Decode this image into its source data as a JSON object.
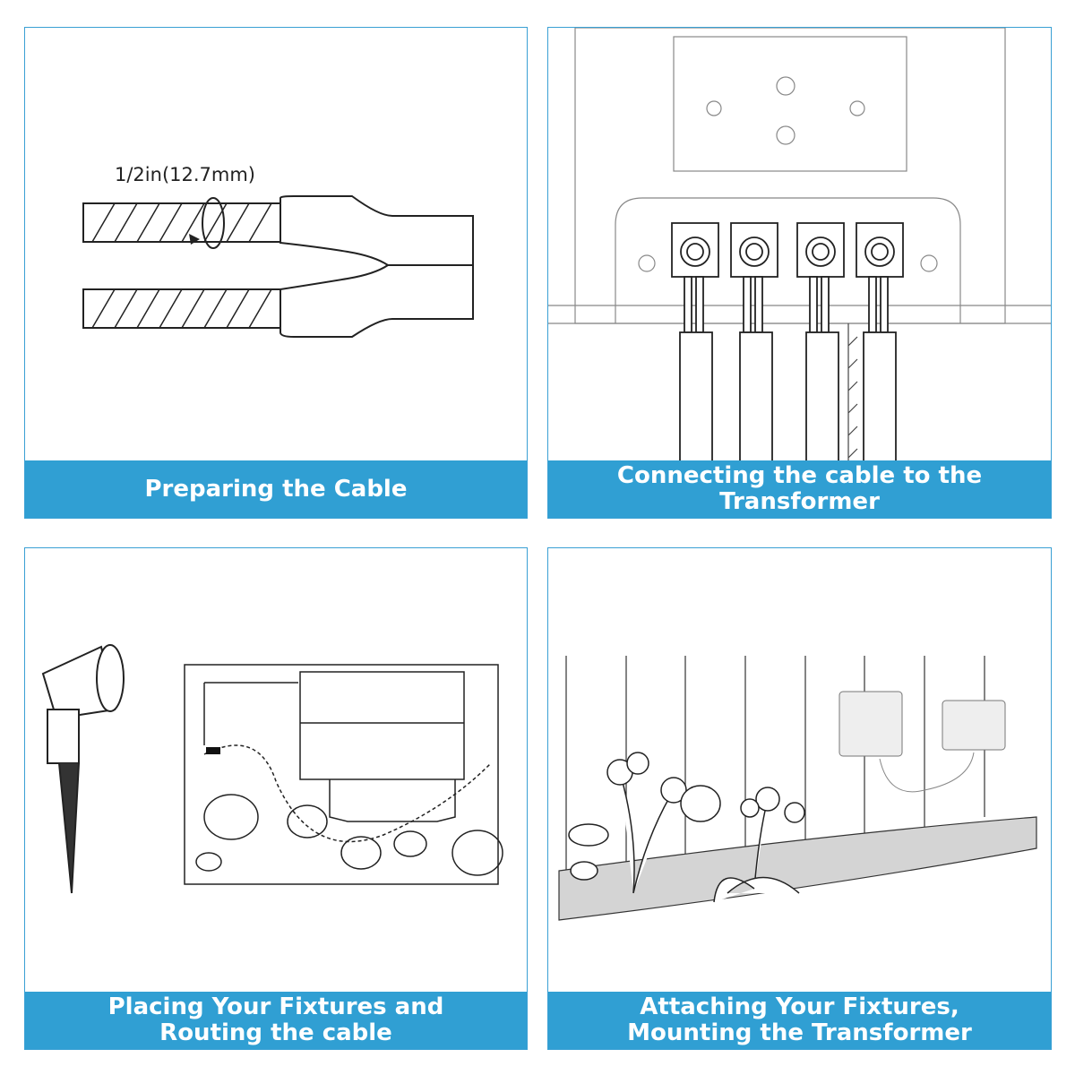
{
  "panels": [
    {
      "title_lines": [
        "Preparing the Cable"
      ],
      "annotation": "1/2in(12.7mm)"
    },
    {
      "title_lines": [
        "Connecting the cable to the",
        "Transformer"
      ]
    },
    {
      "title_lines": [
        "Placing Your Fixtures and",
        "Routing the cable"
      ]
    },
    {
      "title_lines": [
        "Attaching Your Fixtures,",
        "Mounting the Transformer"
      ]
    }
  ],
  "colors": {
    "banner": "#309fd3",
    "border": "#3aa0d4"
  }
}
